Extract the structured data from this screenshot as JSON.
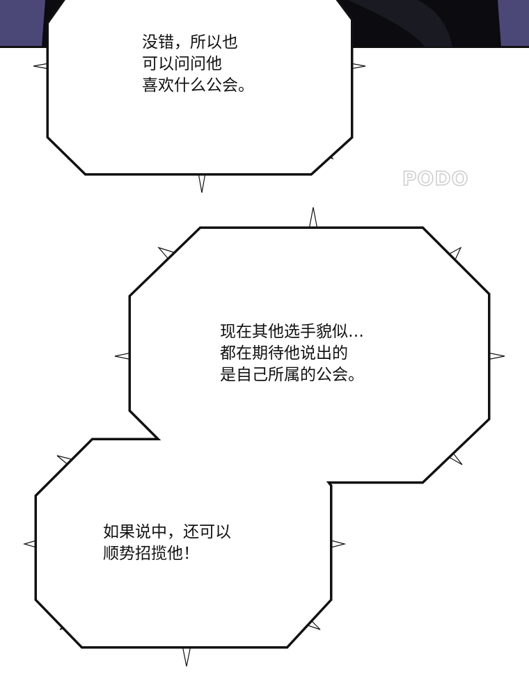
{
  "bubbles": [
    {
      "lines": "没错，所以也\n可以问问他\n喜欢什么公会。"
    },
    {
      "lines": "现在其他选手貌似…\n都在期待他说出的\n是自己所属的公会。"
    },
    {
      "lines": "如果说中，还可以\n顺势招揽他！"
    }
  ],
  "watermark": "PODO",
  "colors": {
    "top_band": "#4b4878",
    "figure": "#0b0b10"
  }
}
